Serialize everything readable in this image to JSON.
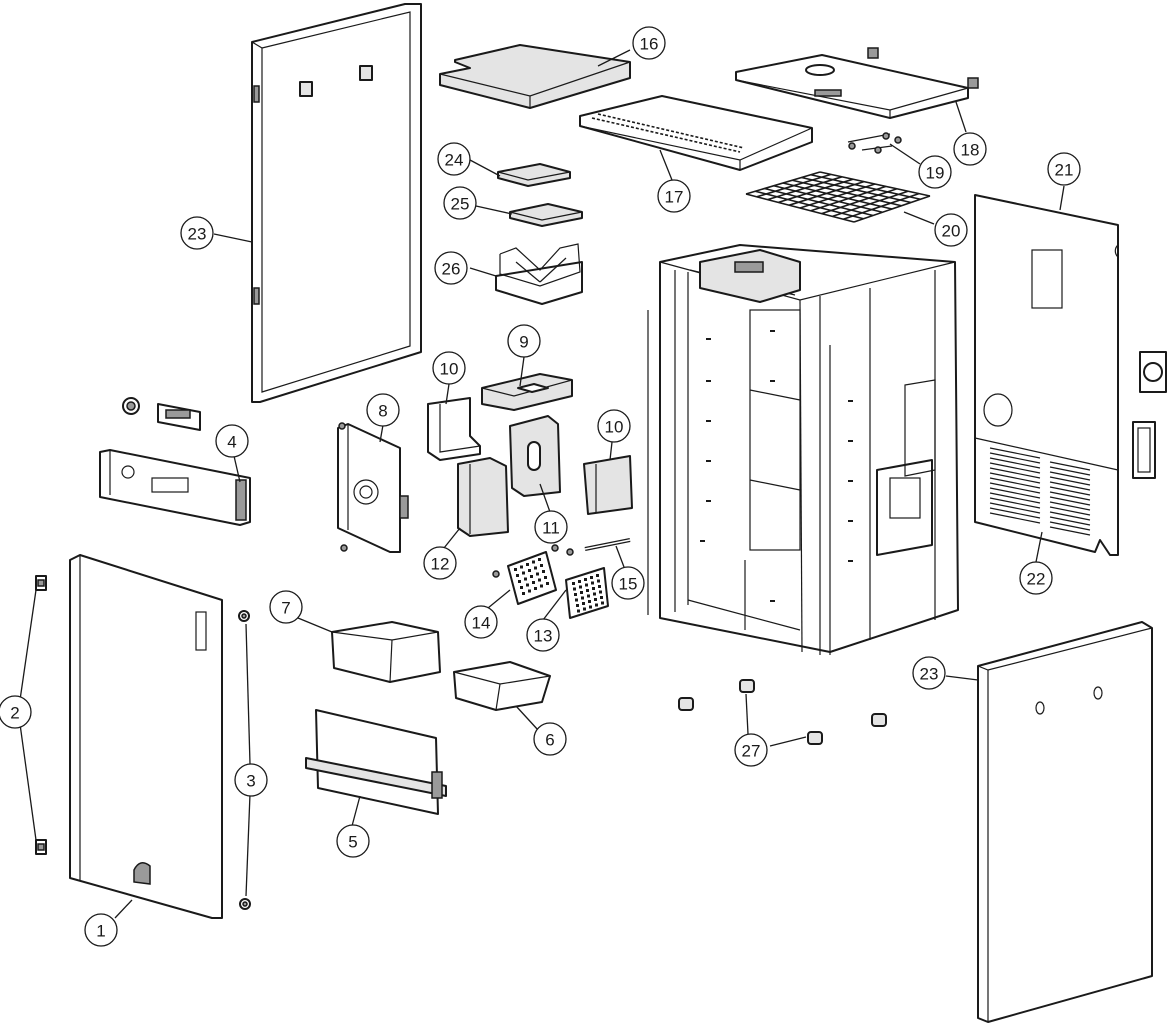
{
  "diagram": {
    "type": "exploded-parts-view",
    "callouts": [
      {
        "id": "1",
        "label": "1"
      },
      {
        "id": "2",
        "label": "2"
      },
      {
        "id": "3",
        "label": "3"
      },
      {
        "id": "4",
        "label": "4"
      },
      {
        "id": "5",
        "label": "5"
      },
      {
        "id": "6",
        "label": "6"
      },
      {
        "id": "7",
        "label": "7"
      },
      {
        "id": "8",
        "label": "8"
      },
      {
        "id": "9",
        "label": "9"
      },
      {
        "id": "10a",
        "label": "10"
      },
      {
        "id": "10b",
        "label": "10"
      },
      {
        "id": "11",
        "label": "11"
      },
      {
        "id": "12",
        "label": "12"
      },
      {
        "id": "13",
        "label": "13"
      },
      {
        "id": "14",
        "label": "14"
      },
      {
        "id": "15",
        "label": "15"
      },
      {
        "id": "16",
        "label": "16"
      },
      {
        "id": "17",
        "label": "17"
      },
      {
        "id": "18",
        "label": "18"
      },
      {
        "id": "19",
        "label": "19"
      },
      {
        "id": "20",
        "label": "20"
      },
      {
        "id": "21",
        "label": "21"
      },
      {
        "id": "22",
        "label": "22"
      },
      {
        "id": "23a",
        "label": "23"
      },
      {
        "id": "23b",
        "label": "23"
      },
      {
        "id": "24",
        "label": "24"
      },
      {
        "id": "25",
        "label": "25"
      },
      {
        "id": "26",
        "label": "26"
      },
      {
        "id": "27",
        "label": "27"
      }
    ]
  }
}
